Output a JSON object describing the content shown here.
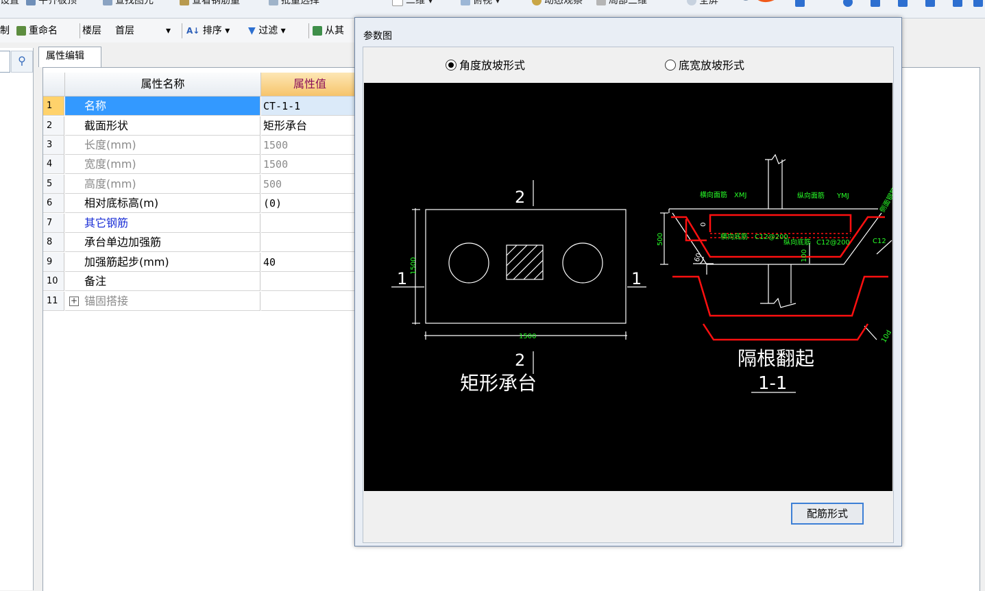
{
  "top_toolbar": {
    "items": [
      "设置",
      "平齐板顶",
      "查找图元",
      "查看钢筋量",
      "批量选择",
      "二维",
      "俯视",
      "动态观察",
      "局部三维",
      "全屏"
    ]
  },
  "second_toolbar": {
    "copy_tail": "制",
    "rename": "重命名",
    "floor_label": "楼层",
    "floor_value": "首层",
    "sort": "排序",
    "filter": "过滤",
    "from_other": "从其"
  },
  "panel": {
    "tab": "属性编辑",
    "header_name": "属性名称",
    "header_value": "属性值",
    "rows": [
      {
        "num": "1",
        "name": "名称",
        "value": "CT-1-1"
      },
      {
        "num": "2",
        "name": "截面形状",
        "value": "矩形承台"
      },
      {
        "num": "3",
        "name": "长度(mm)",
        "value": "1500"
      },
      {
        "num": "4",
        "name": "宽度(mm)",
        "value": "1500"
      },
      {
        "num": "5",
        "name": "高度(mm)",
        "value": "500"
      },
      {
        "num": "6",
        "name": "相对底标高(m)",
        "value": "(0)"
      },
      {
        "num": "7",
        "name": "其它钢筋",
        "value": ""
      },
      {
        "num": "8",
        "name": "承台单边加强筋",
        "value": ""
      },
      {
        "num": "9",
        "name": "加强筋起步(mm)",
        "value": "40"
      },
      {
        "num": "10",
        "name": "备注",
        "value": ""
      },
      {
        "num": "11",
        "name": "锚固搭接",
        "value": ""
      }
    ]
  },
  "dialog": {
    "title": "参数图",
    "radio_angle": "角度放坡形式",
    "radio_width": "底宽放坡形式",
    "button": "配筋形式"
  },
  "drawing": {
    "mark_2": "2",
    "mark_1": "1",
    "dim_1500": "1500",
    "plan_caption": "矩形承台",
    "sec_top_x": "横向面筋",
    "sec_top_x_code": "XMJ",
    "sec_top_y": "纵向面筋",
    "sec_top_y_code": "YMJ",
    "sec_bot_x": "横向底筋",
    "sec_bot_x_code": "C12@200",
    "sec_bot_y": "纵向底筋",
    "sec_bot_y_code": "C12@200",
    "sec_side_code": "C12",
    "sec_side_label": "侧面钢筋",
    "dim_500": "500",
    "dim_100": "100",
    "dim_0": "0",
    "angle_60": "60",
    "dim_10d": "10d",
    "caption_bent": "隔根翻起",
    "section_label": "1-1"
  }
}
